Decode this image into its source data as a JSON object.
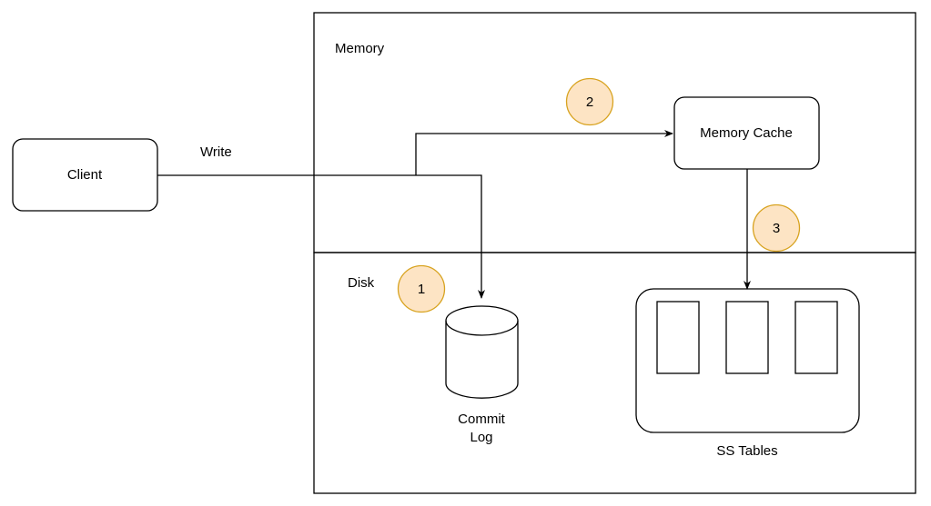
{
  "labels": {
    "memory": "Memory",
    "disk": "Disk",
    "client": "Client",
    "write": "Write",
    "memory_cache": "Memory Cache",
    "commit_log_line1": "Commit",
    "commit_log_line2": "Log",
    "ss_tables": "SS Tables"
  },
  "steps": [
    "1",
    "2",
    "3"
  ],
  "colors": {
    "step_fill": "#fde4c4",
    "step_stroke": "#d8a320",
    "line": "#000000"
  }
}
